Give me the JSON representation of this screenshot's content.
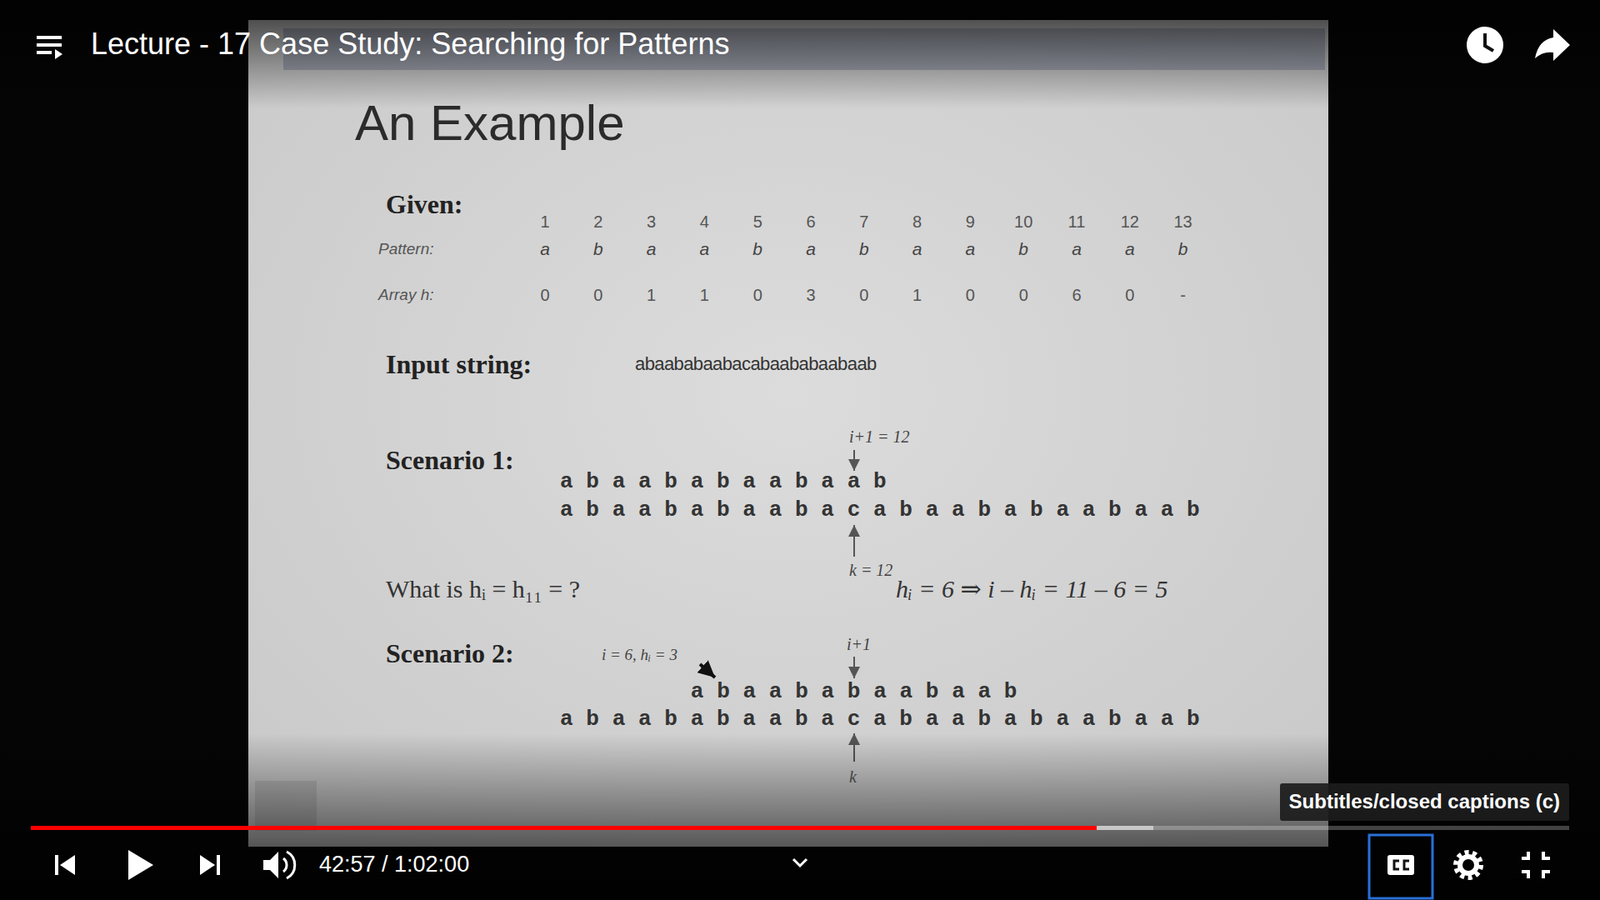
{
  "diagram": {
    "title": "An Example",
    "nodes": [
      {
        "text": [
          "Subtitles/closed captions (c)"
        ]
      }
    ],
    "labels": [
      "Lecture - 17 Case Study: Searching for Patterns",
      "Given:",
      "1",
      "2",
      "3",
      "4",
      "5",
      "6",
      "7",
      "8",
      "9",
      "10",
      "11",
      "12",
      "13",
      "Pattern:",
      "a",
      "b",
      "a",
      "a",
      "b",
      "a",
      "b",
      "a",
      "a",
      "b",
      "a",
      "a",
      "b",
      "Array h:",
      "0",
      "0",
      "1",
      "1",
      "0",
      "3",
      "0",
      "1",
      "0",
      "0",
      "6",
      "0",
      "-",
      "Input string:",
      "abaababaabacabaababaabaab",
      "Scenario 1:",
      "i+1 = 12",
      "a b a a b a b a a b a a b",
      "a b a a b a b a a b a c a b a a b a b a a b a a b",
      "k = 12",
      "What is hᵢ = h₁₁ = ?",
      "hᵢ = 6 ⇒ i – hᵢ = 11 – 6 = 5",
      "Scenario 2:",
      "i = 6, hᵢ = 3",
      "i+1",
      "a b a a b a b a a b a a b",
      "a b a a b a b a a b a c a b a a b a b a a b a a b",
      "k",
      "42:57 / 1:02:00"
    ]
  }
}
